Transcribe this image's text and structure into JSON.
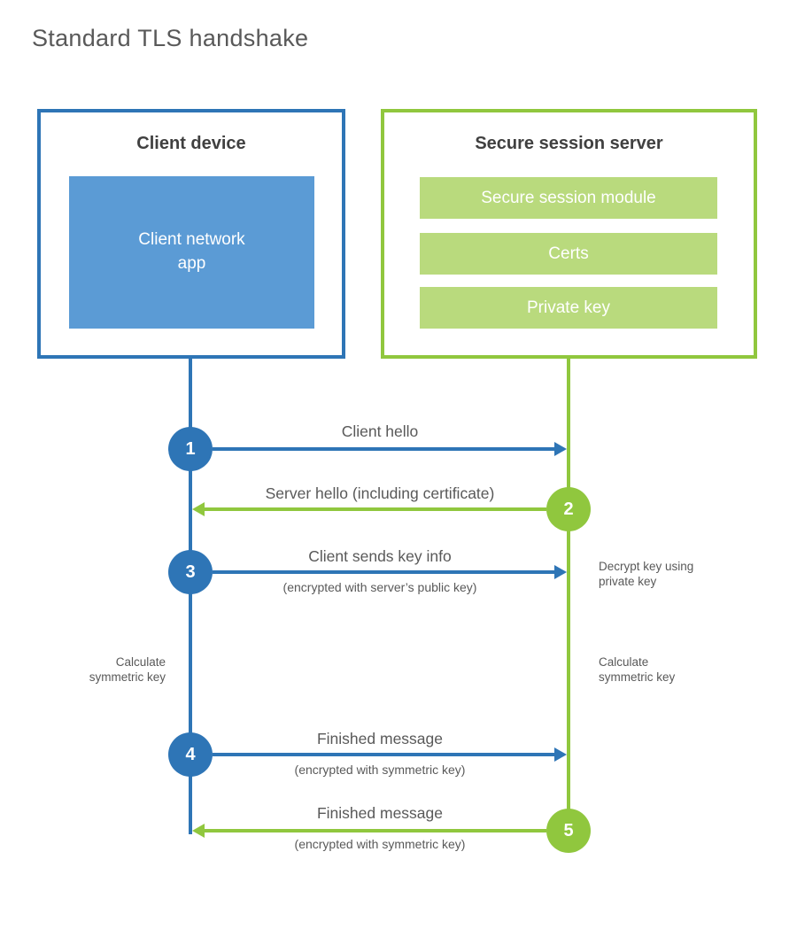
{
  "title": "Standard TLS handshake",
  "client": {
    "title": "Client device",
    "app_line1": "Client network",
    "app_line2": "app"
  },
  "server": {
    "title": "Secure session server",
    "modules": [
      "Secure session module",
      "Certs",
      "Private key"
    ]
  },
  "messages": [
    {
      "step": "1",
      "direction": "right",
      "label": "Client hello",
      "sublabel": ""
    },
    {
      "step": "2",
      "direction": "left",
      "label": "Server hello (including certificate)",
      "sublabel": ""
    },
    {
      "step": "3",
      "direction": "right",
      "label": "Client sends key info",
      "sublabel": "(encrypted with server’s public key)"
    },
    {
      "step": "4",
      "direction": "right",
      "label": "Finished message",
      "sublabel": "(encrypted with symmetric key)"
    },
    {
      "step": "5",
      "direction": "left",
      "label": "Finished message",
      "sublabel": "(encrypted with symmetric key)"
    }
  ],
  "annotations": [
    {
      "side": "right",
      "text": "Decrypt key using\nprivate key"
    },
    {
      "side": "left",
      "text": "Calculate\nsymmetric key"
    },
    {
      "side": "right",
      "text": "Calculate\nsymmetric key"
    }
  ],
  "colors": {
    "client_accent": "#2e75b6",
    "client_fill": "#5b9bd5",
    "server_accent": "#90c73e",
    "server_fill": "#b9da7d",
    "text_primary": "#404040",
    "text_secondary": "#595959"
  }
}
